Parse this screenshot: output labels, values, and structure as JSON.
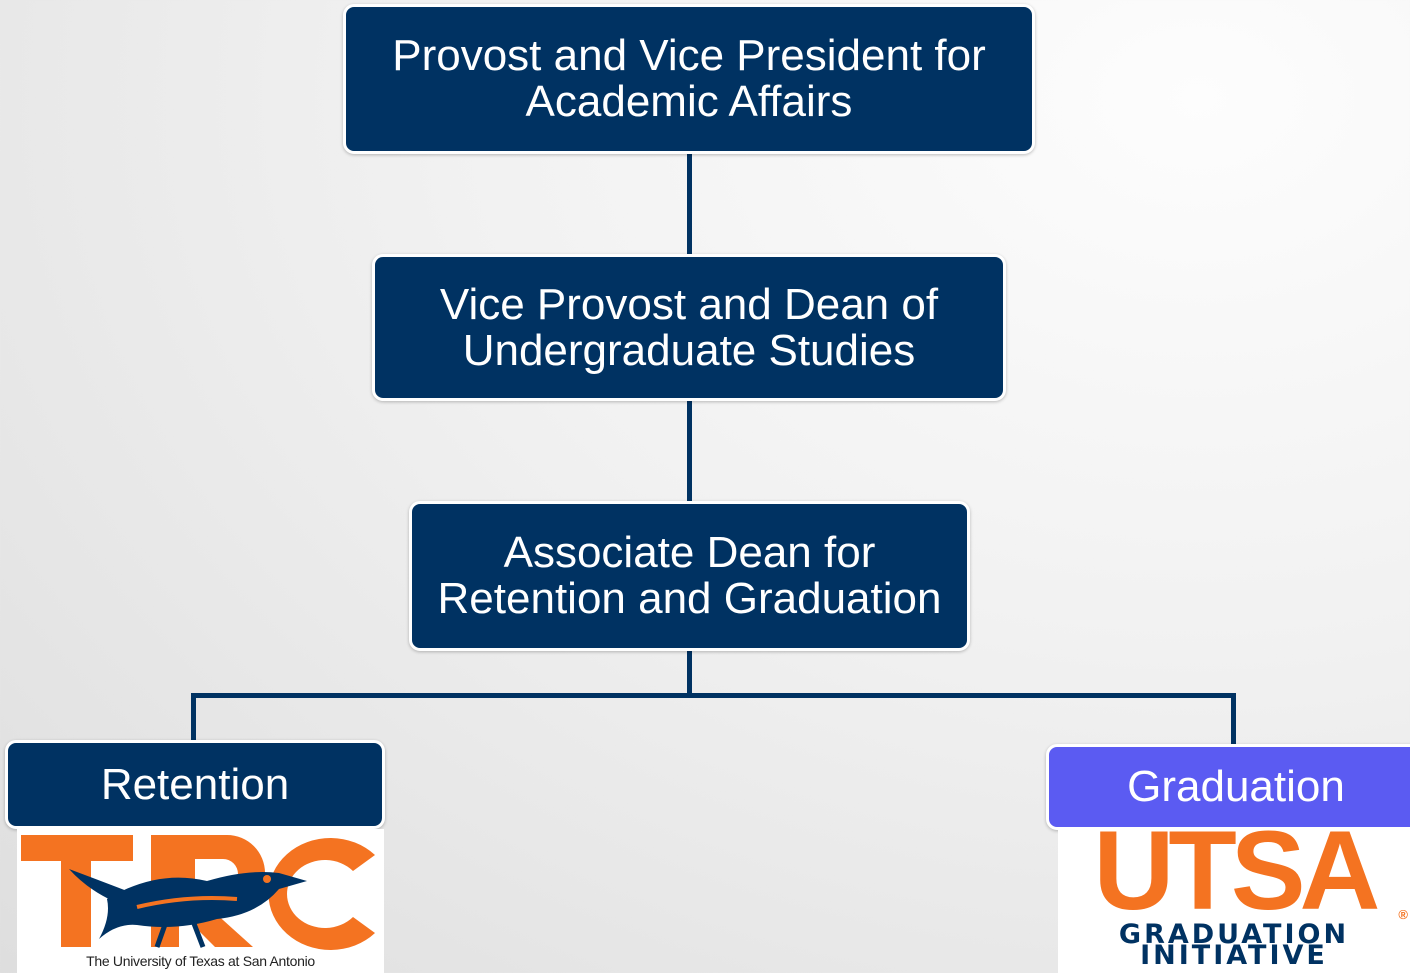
{
  "nodes": {
    "provost": "Provost and Vice President for\nAcademic Affairs",
    "vice_provost": "Vice Provost and Dean of\nUndergraduate Studies",
    "associate_dean": "Associate Dean for\nRetention and Graduation",
    "retention": "Retention",
    "graduation": "Graduation"
  },
  "logos": {
    "trc": {
      "letters": "TRC",
      "caption": "The University of Texas at San Antonio"
    },
    "utsa": {
      "wordmark": "UTSA",
      "line1": "GRADUATION",
      "line2": "INITIATIVE",
      "registered": "®"
    }
  },
  "colors": {
    "box_fill": "#003262",
    "graduation_fill": "#5b5bf2",
    "utsa_orange": "#f47321",
    "text": "#ffffff"
  }
}
